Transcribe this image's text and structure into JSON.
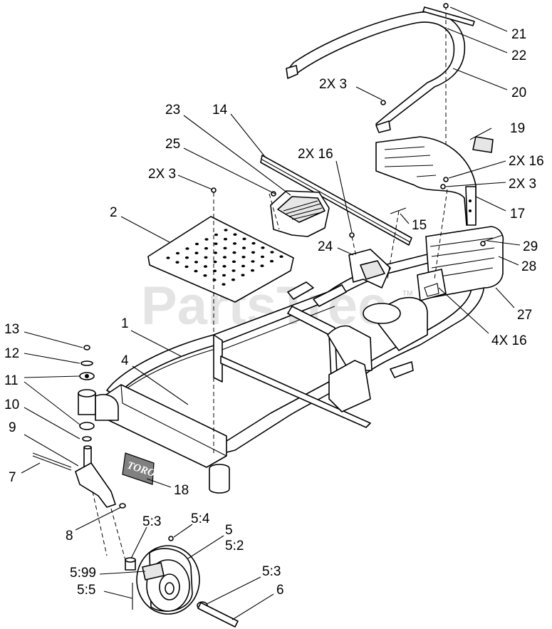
{
  "watermark": {
    "text": "PartsTree",
    "tm": "TM"
  },
  "logo": {
    "text": "TORO"
  },
  "callouts": [
    {
      "id": "c21",
      "text": "21"
    },
    {
      "id": "c22",
      "text": "22"
    },
    {
      "id": "c20",
      "text": "20"
    },
    {
      "id": "c2x3a",
      "text": "2X 3"
    },
    {
      "id": "c19",
      "text": "19"
    },
    {
      "id": "c2x16a",
      "text": "2X 16"
    },
    {
      "id": "c2x3b",
      "text": "2X 3"
    },
    {
      "id": "c17",
      "text": "17"
    },
    {
      "id": "c23",
      "text": "23"
    },
    {
      "id": "c14",
      "text": "14"
    },
    {
      "id": "c25",
      "text": "25"
    },
    {
      "id": "c2x16b",
      "text": "2X 16"
    },
    {
      "id": "c2x3c",
      "text": "2X 3"
    },
    {
      "id": "c15",
      "text": "15"
    },
    {
      "id": "c2",
      "text": "2"
    },
    {
      "id": "c24",
      "text": "24"
    },
    {
      "id": "c29",
      "text": "29"
    },
    {
      "id": "c28",
      "text": "28"
    },
    {
      "id": "c27",
      "text": "27"
    },
    {
      "id": "c4x16",
      "text": "4X 16"
    },
    {
      "id": "c13",
      "text": "13"
    },
    {
      "id": "c1",
      "text": "1"
    },
    {
      "id": "c12",
      "text": "12"
    },
    {
      "id": "c4",
      "text": "4"
    },
    {
      "id": "c11",
      "text": "11"
    },
    {
      "id": "c10",
      "text": "10"
    },
    {
      "id": "c9",
      "text": "9"
    },
    {
      "id": "c7",
      "text": "7"
    },
    {
      "id": "c18",
      "text": "18"
    },
    {
      "id": "c8",
      "text": "8"
    },
    {
      "id": "c5_3a",
      "text": "5:3"
    },
    {
      "id": "c5_4",
      "text": "5:4"
    },
    {
      "id": "c5",
      "text": "5"
    },
    {
      "id": "c5_2",
      "text": "5:2"
    },
    {
      "id": "c5_99",
      "text": "5:99"
    },
    {
      "id": "c5_5",
      "text": "5:5"
    },
    {
      "id": "c5_3b",
      "text": "5:3"
    },
    {
      "id": "c6",
      "text": "6"
    }
  ]
}
